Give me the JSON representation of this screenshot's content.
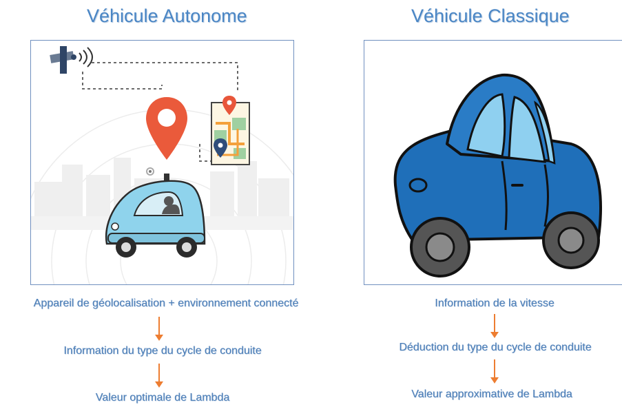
{
  "left": {
    "title": "Véhicule Autonome",
    "steps": [
      "Appareil de géolocalisation + environnement connecté",
      "Information du type du cycle de conduite",
      "Valeur optimale de Lambda"
    ]
  },
  "right": {
    "title": "Véhicule Classique",
    "steps": [
      "Information de la vitesse",
      "Déduction du type du cycle de conduite",
      "Valeur approximative de Lambda"
    ]
  },
  "colors": {
    "title": "#4a86c5",
    "caption": "#4d7fb8",
    "arrow": "#ed7d31",
    "frame_border": "#6f8fbf"
  },
  "icons": {
    "left_image": "autonomous-car-gps-illustration",
    "right_image": "classic-blue-car-cartoon"
  }
}
